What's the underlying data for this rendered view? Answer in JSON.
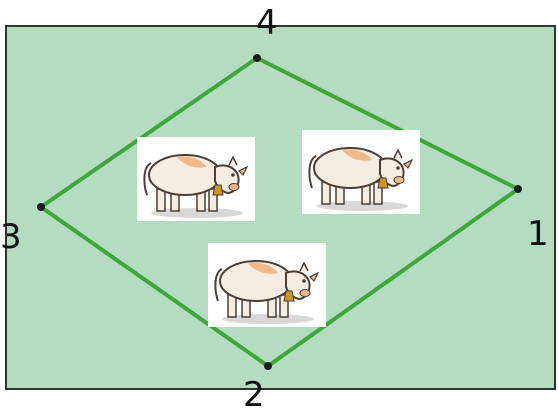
{
  "colors": {
    "field_fill": "#b3dcc0",
    "field_border": "#333333",
    "path_stroke": "#3ea63c",
    "vertex_dot": "#1a1a1a",
    "cow_body": "#f4ede4",
    "cow_patch": "#f0b98a",
    "cow_outline": "#4a3e36",
    "bell": "#c89a1c",
    "shadow": "#d8d8d8"
  },
  "vertices": [
    {
      "label": "1"
    },
    {
      "label": "2"
    },
    {
      "label": "3"
    },
    {
      "label": "4"
    }
  ],
  "icons": {
    "cow": "cow-illustration",
    "vertex": "vertex-dot"
  },
  "cow_count": 3
}
